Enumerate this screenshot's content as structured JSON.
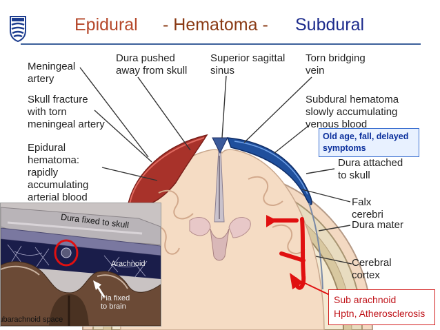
{
  "title": {
    "epidural": "Epidural",
    "hematoma": "- Hematoma -",
    "subdural": "Subdural"
  },
  "labels": {
    "meningeal_artery": "Meningeal\nartery",
    "skull_fracture": "Skull fracture\nwith torn\nmeningeal artery",
    "epidural_hematoma": "Epidural\nhematoma:\nrapidly\naccumulating\narterial blood",
    "dura_pushed": "Dura pushed\naway from skull",
    "superior_sagittal_sinus": "Superior sagittal\nsinus",
    "torn_bridging_vein": "Torn bridging\nvein",
    "subdural_hematoma": "Subdural hematoma\nslowly accumulating\nvenous blood",
    "dura_attached": "Dura attached\nto skull",
    "falx_cerebri": "Falx cerebri",
    "dura_mater": "Dura mater",
    "cerebral_cortex": "Cerebral\ncortex"
  },
  "notes": {
    "subdural_note": "Old age, fall, delayed\nsymptoms",
    "subarachnoid_note": "Sub arachnoid\nHptn, Atherosclerosis"
  },
  "inset": {
    "dura_fixed": "Dura fixed to skull",
    "arachnoid": "Arachnoid",
    "pia_fixed": "Pia fixed\nto brain",
    "subarachnoid_space": "Subarachnoid space"
  },
  "colors": {
    "title_epidural": "#b5472a",
    "title_hematoma": "#8a3a14",
    "title_subdural": "#1c2b8c",
    "epidural_blood": "#a8322a",
    "subdural_blood": "#1f4f9c",
    "annotation_red": "#e01010"
  }
}
